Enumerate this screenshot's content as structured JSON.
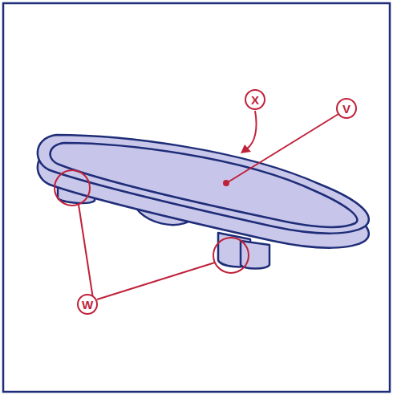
{
  "diagram": {
    "labels": [
      "X",
      "V",
      "W"
    ]
  }
}
